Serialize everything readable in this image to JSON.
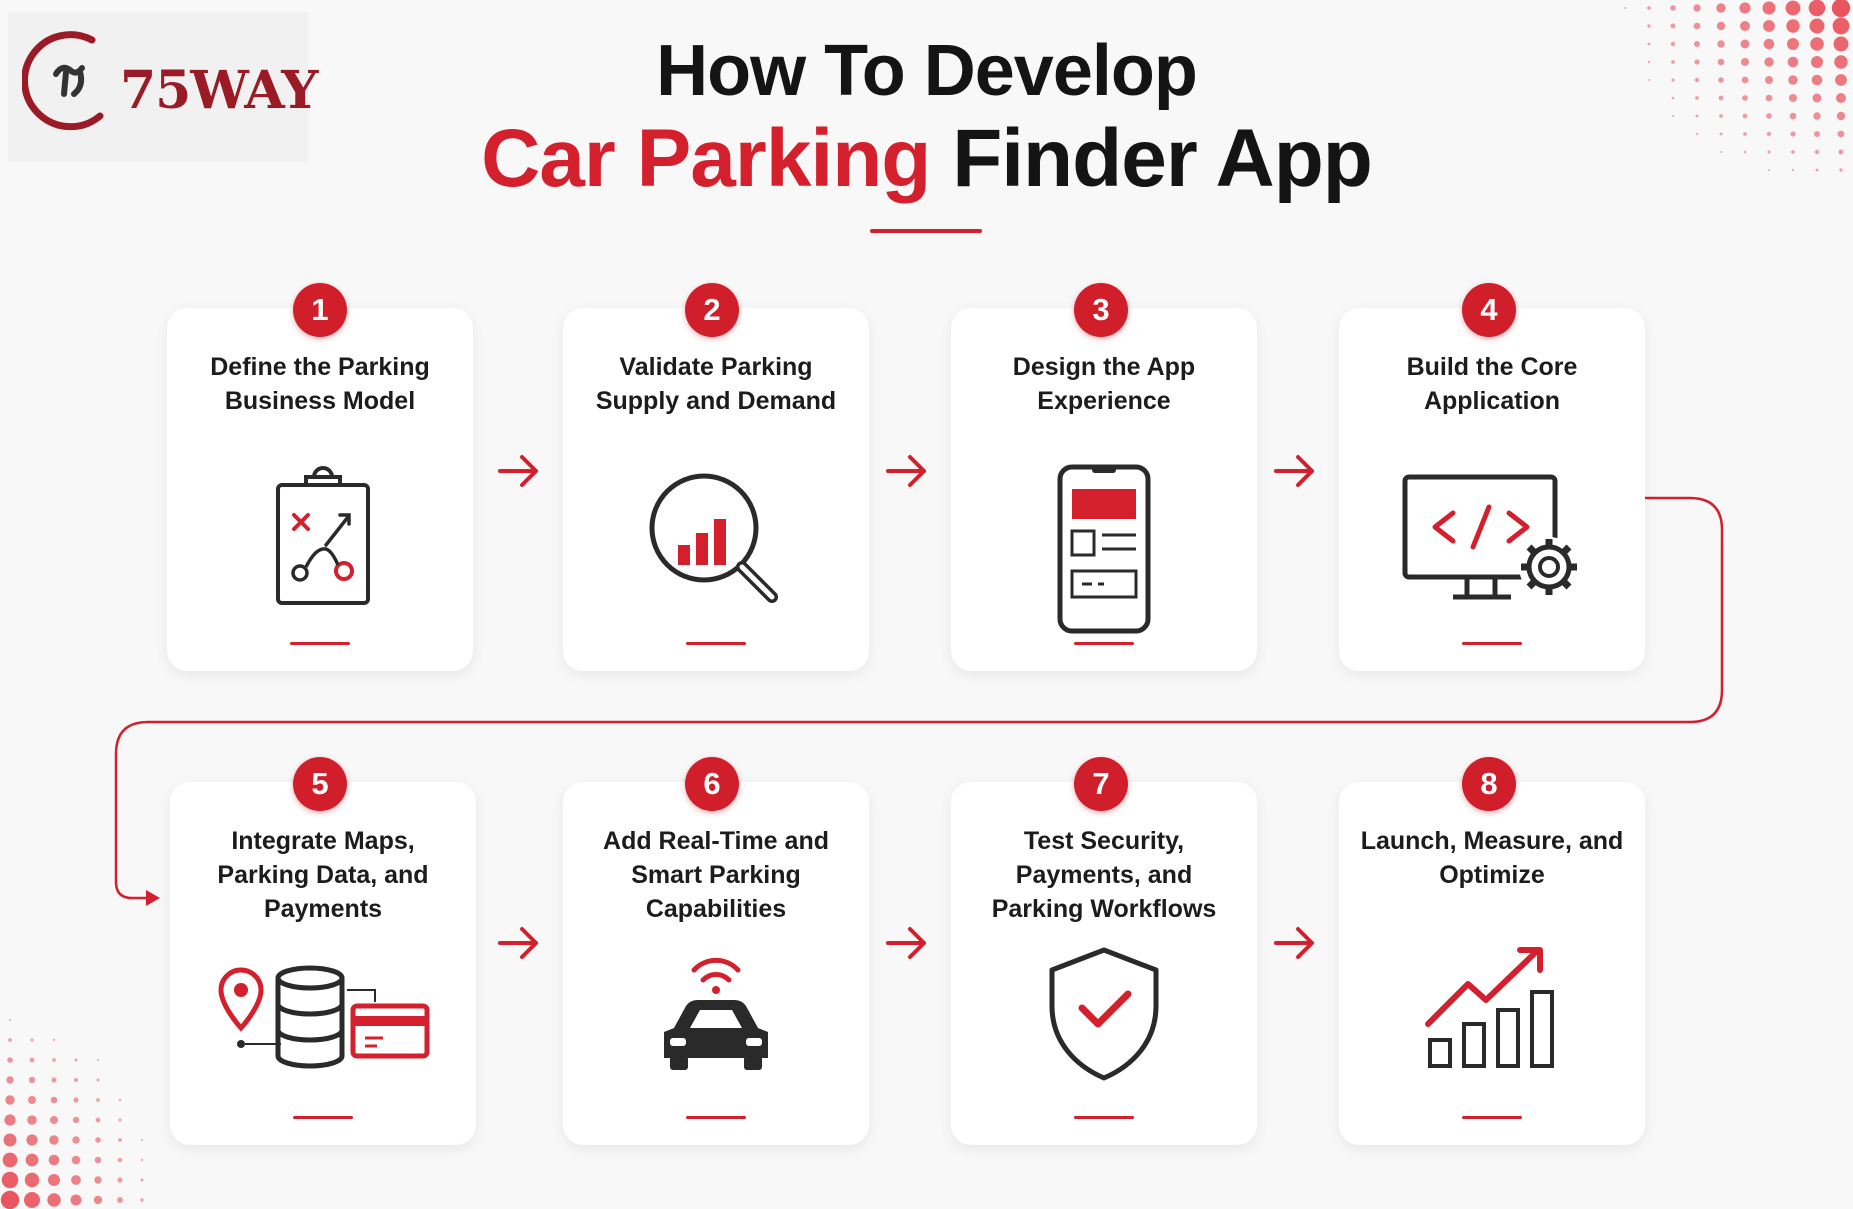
{
  "brand": {
    "logo_text": "75WAY"
  },
  "title": {
    "line1": "How To Develop",
    "line2_accent": "Car Parking",
    "line2_rest": "Finder App"
  },
  "colors": {
    "accent": "#d41f2c",
    "text": "#141414",
    "card": "#ffffff",
    "background": "#f8f8f8"
  },
  "steps": [
    {
      "number": "1",
      "label": "Define the Parking Business Model",
      "icon": "clipboard-strategy-icon"
    },
    {
      "number": "2",
      "label": "Validate Parking Supply and Demand",
      "icon": "magnifier-chart-icon"
    },
    {
      "number": "3",
      "label": "Design the App Experience",
      "icon": "smartphone-wireframe-icon"
    },
    {
      "number": "4",
      "label": "Build the Core Application",
      "icon": "monitor-code-gear-icon"
    },
    {
      "number": "5",
      "label": "Integrate Maps, Parking Data, and Payments",
      "icon": "map-database-card-icon"
    },
    {
      "number": "6",
      "label": "Add Real-Time and Smart Parking Capabilities",
      "icon": "connected-car-icon"
    },
    {
      "number": "7",
      "label": "Test Security, Payments, and Parking Workflows",
      "icon": "shield-check-icon"
    },
    {
      "number": "8",
      "label": "Launch, Measure, and Optimize",
      "icon": "growth-chart-icon"
    }
  ]
}
